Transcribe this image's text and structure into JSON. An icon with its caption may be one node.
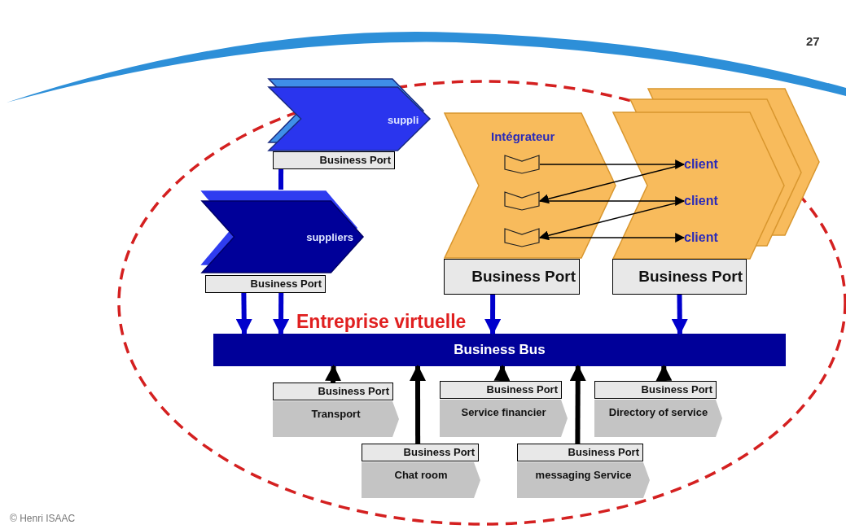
{
  "diagram": {
    "nodes": [
      {
        "text": [
          "suppli"
        ]
      },
      {
        "text": [
          "Business Port"
        ]
      },
      {
        "text": [
          "suppliers"
        ]
      },
      {
        "text": [
          "Business Port"
        ]
      },
      {
        "text": [
          "Intégrateur"
        ]
      },
      {
        "text": [],
        "shape": "chevron",
        "in": 4
      },
      {
        "text": [],
        "shape": "chevron",
        "in": 4
      },
      {
        "text": [],
        "shape": "chevron",
        "in": 4
      },
      {
        "text": [],
        "shape": "chevron"
      },
      {
        "text": [
          "client"
        ],
        "in": 8
      },
      {
        "text": [
          "client"
        ],
        "in": 8
      },
      {
        "text": [
          "client"
        ],
        "in": 8
      },
      {
        "text": [
          "Business Port"
        ]
      },
      {
        "text": [
          "Business Port"
        ]
      },
      {
        "text": [
          "Business Bus"
        ]
      },
      {
        "text": [
          "Business Port"
        ]
      },
      {
        "text": [
          "Transport"
        ]
      },
      {
        "text": [
          "Business Port"
        ]
      },
      {
        "text": [
          "Chat room"
        ]
      },
      {
        "text": [
          "Business Port"
        ]
      },
      {
        "text": [
          "Service financier"
        ]
      },
      {
        "text": [
          "Business Port"
        ]
      },
      {
        "text": [
          "messaging Service"
        ]
      },
      {
        "text": [
          "Business Port"
        ]
      },
      {
        "text": [
          "Directory of service"
        ]
      }
    ],
    "edges": [
      {
        "from": 1,
        "to": 2,
        "arrow": "none",
        "color": "#0000cc"
      },
      {
        "from": 3,
        "to": 14,
        "arrow": "to",
        "color": "#0000cc"
      },
      {
        "from": 3,
        "to": 14,
        "arrow": "to",
        "color": "#0000cc"
      },
      {
        "from": 12,
        "to": 14,
        "arrow": "to",
        "color": "#0000cc"
      },
      {
        "from": 13,
        "to": 14,
        "arrow": "to",
        "color": "#0000cc"
      },
      {
        "from": 15,
        "to": 14,
        "arrow": "to"
      },
      {
        "from": 17,
        "to": 14,
        "arrow": "to"
      },
      {
        "from": 19,
        "to": 14,
        "arrow": "to"
      },
      {
        "from": 21,
        "to": 14,
        "arrow": "to"
      },
      {
        "from": 23,
        "to": 14,
        "arrow": "to"
      },
      {
        "from": 5,
        "to": 9,
        "arrow": "to"
      },
      {
        "from": 9,
        "to": 6,
        "arrow": "to"
      },
      {
        "from": 6,
        "to": 10,
        "arrow": "to"
      },
      {
        "from": 10,
        "to": 7,
        "arrow": "to"
      },
      {
        "from": 7,
        "to": 11,
        "arrow": "to"
      }
    ],
    "labels": [
      "27",
      "Entreprise virtuelle",
      "© Henri ISAAC"
    ]
  }
}
